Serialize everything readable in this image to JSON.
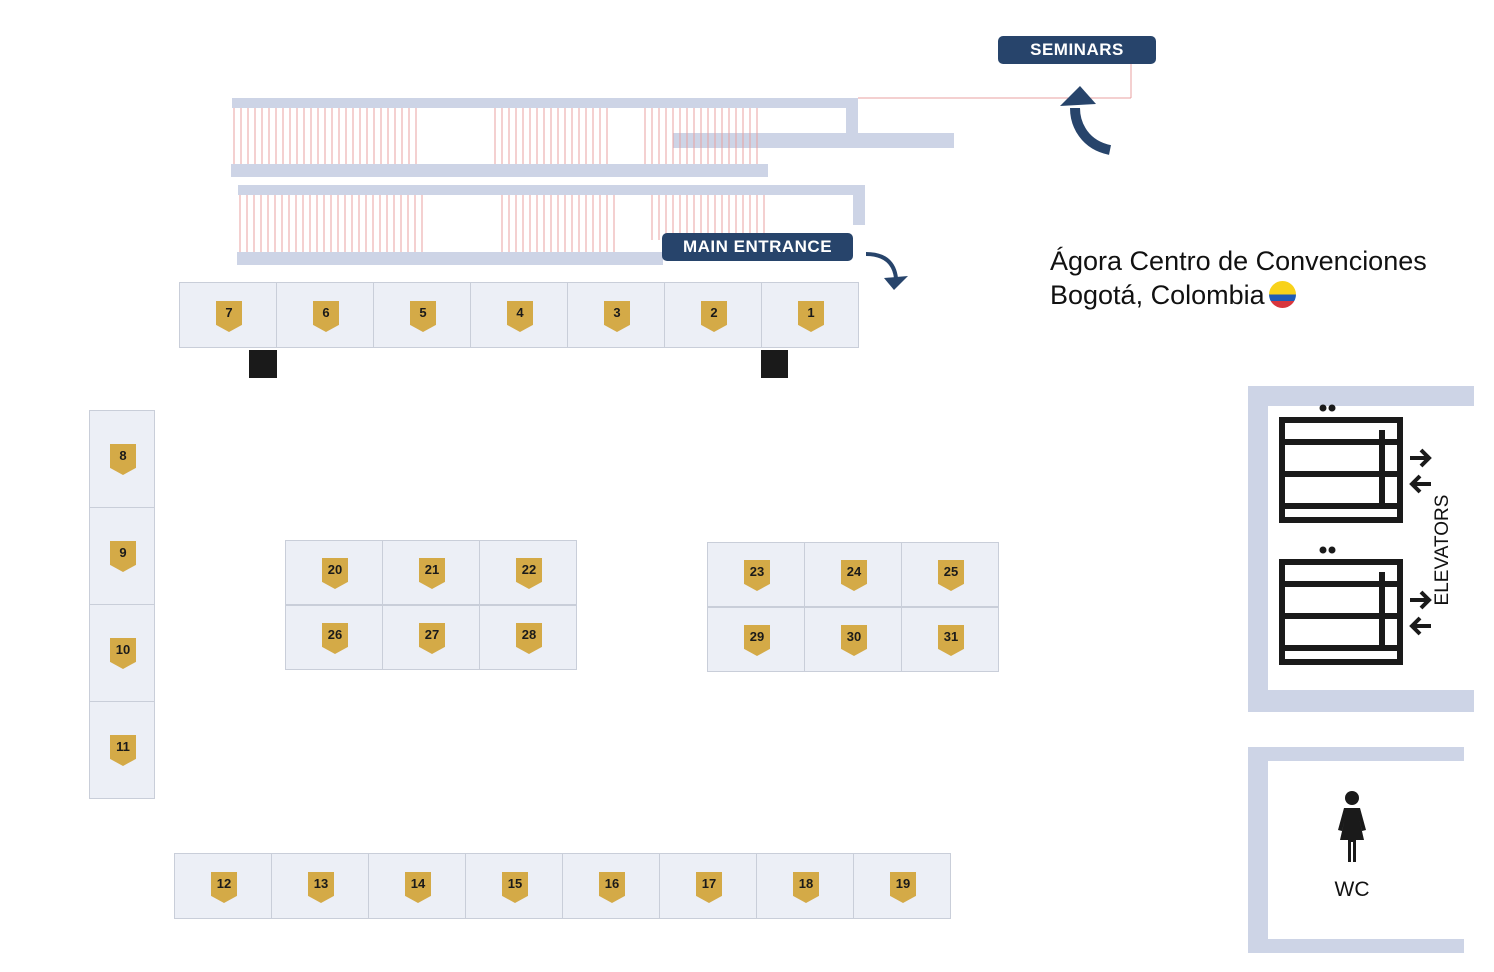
{
  "venue": {
    "name": "Ágora Centro de Convenciones",
    "city": "Bogotá, Colombia",
    "flag_icon": "colombia-flag-icon"
  },
  "labels": {
    "seminars": "SEMINARS",
    "main_entrance": "MAIN ENTRANCE",
    "elevators": "ELEVATORS",
    "wc": "WC"
  },
  "booths": {
    "top_row": [
      "7",
      "6",
      "5",
      "4",
      "3",
      "2",
      "1"
    ],
    "left_column": [
      "8",
      "9",
      "10",
      "11"
    ],
    "center_block_top": [
      "20",
      "21",
      "22"
    ],
    "center_block_bottom": [
      "26",
      "27",
      "28"
    ],
    "right_block_top": [
      "23",
      "24",
      "25"
    ],
    "right_block_bottom": [
      "29",
      "30",
      "31"
    ],
    "bottom_row": [
      "12",
      "13",
      "14",
      "15",
      "16",
      "17",
      "18",
      "19"
    ]
  },
  "colors": {
    "booth_fill": "#eceff6",
    "booth_tag": "#d4aa47",
    "label_bg": "#27446b",
    "wall": "#cdd4e6",
    "escalator_line": "#e8a0a0"
  },
  "icons": [
    "curved-arrow-up-icon",
    "curved-arrow-down-icon",
    "elevator-icon",
    "woman-wc-icon",
    "pillar-icon"
  ]
}
